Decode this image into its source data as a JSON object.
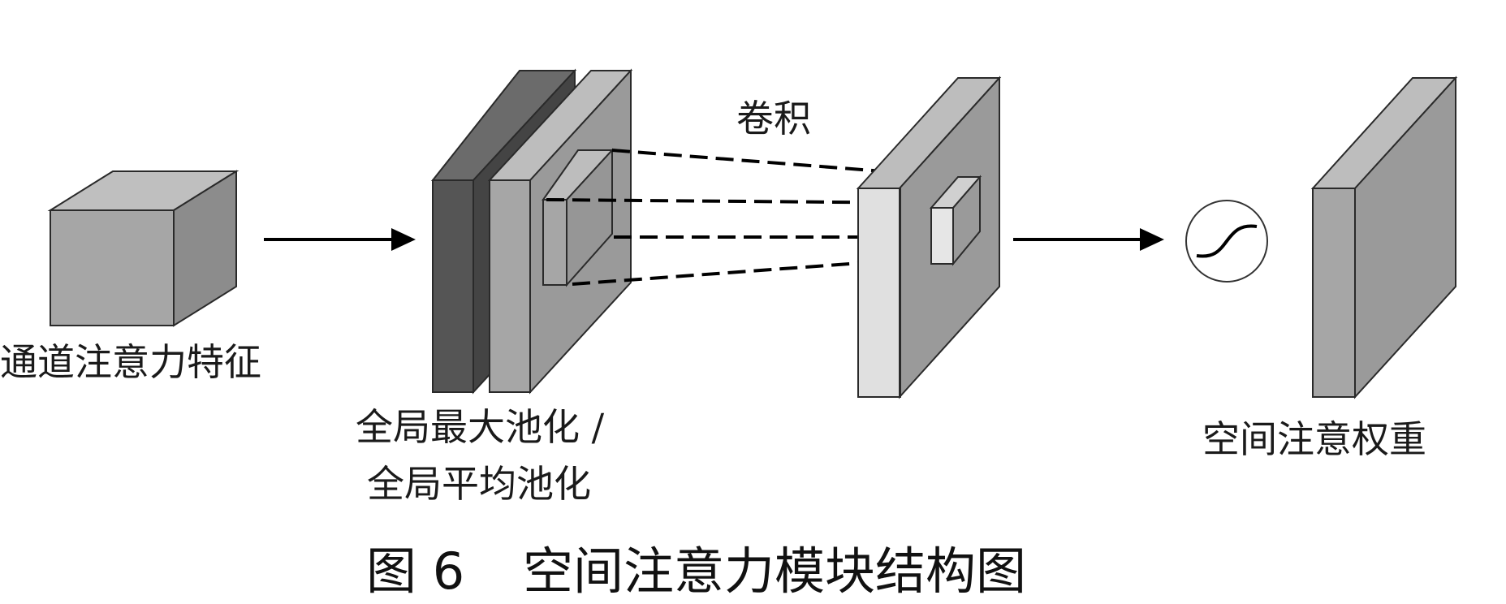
{
  "labels": {
    "input": "通道注意力特征",
    "pooling_line1": "全局最大池化 /",
    "pooling_line2": "全局平均池化",
    "conv": "卷积",
    "output": "空间注意权重"
  },
  "caption": {
    "number": "图 6",
    "title": "空间注意力模块结构图"
  },
  "colors": {
    "max_pool_map": "#555555",
    "feature_gray": "#a6a6a6",
    "conv_strip": "#e0e0e0",
    "line": "#000000"
  },
  "icons": {
    "activation": "sigmoid-curve-icon"
  }
}
